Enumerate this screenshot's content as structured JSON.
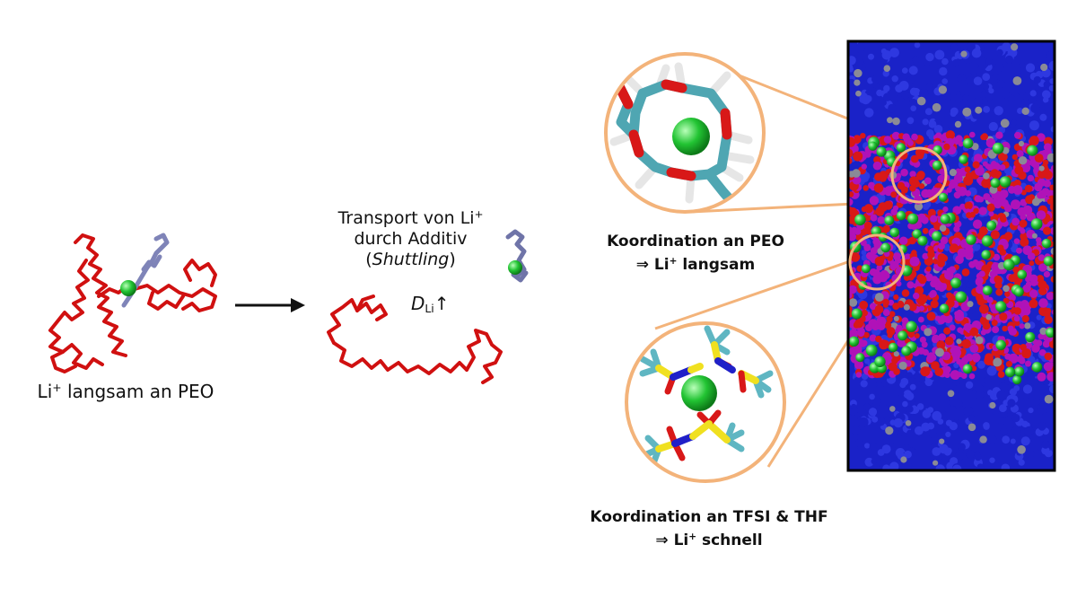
{
  "labels": {
    "left_caption": {
      "base": "Li",
      "sup": "+",
      "rest": " langsam an PEO"
    },
    "transport": {
      "line1_text": "Transport von Li",
      "line1_sup": "+",
      "line2": "durch Additiv",
      "line3_open": "(",
      "line3_italic": "Shuttling",
      "line3_close": ")"
    },
    "diffusion": {
      "symbol": "D",
      "sub": "Li",
      "arrow": "↑"
    },
    "coord_peo": {
      "title": "Koordination an PEO",
      "line2_prefix": "⇒ Li",
      "line2_sup": "+",
      "line2_rest": " langsam"
    },
    "coord_tfsi": {
      "title": "Koordination an TFSI & THF",
      "line2_prefix": "⇒ Li",
      "line2_sup": "+",
      "line2_rest": " schnell"
    }
  },
  "colors": {
    "peo_chain": "#d01010",
    "additive": "#7f84b8",
    "lithium": "#1fc12f",
    "magnifier": "#f3b37a",
    "tfsi_carbon": "#5fb6c2",
    "sulfur": "#f0e020",
    "oxygen": "#d81818",
    "nitrogen": "#2020c8",
    "hydrogen": "#e8e8e8",
    "box_blue": "#1a22c8",
    "box_magenta": "#b012b8",
    "box_gray": "#8a8a96"
  }
}
